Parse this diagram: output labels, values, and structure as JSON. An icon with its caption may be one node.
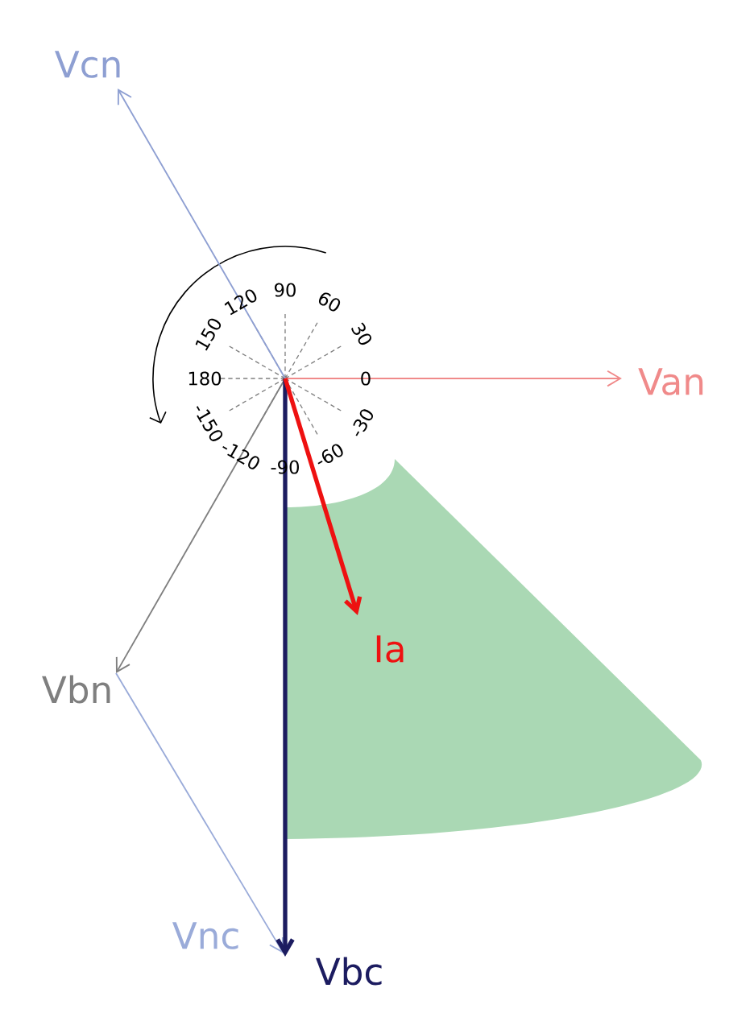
{
  "diagram": {
    "nodes": [
      {
        "text": [
          "Vcn"
        ]
      },
      {
        "text": [
          "Van"
        ]
      },
      {
        "text": [
          "Vbn"
        ]
      },
      {
        "text": [
          "Vnc"
        ]
      },
      {
        "text": [
          "Vbc"
        ]
      },
      {
        "text": [
          "Ia"
        ]
      }
    ],
    "edges": [
      {
        "from": null,
        "to": 0,
        "arrow": "to",
        "color": "#8e9fd2"
      },
      {
        "from": null,
        "to": 1,
        "arrow": "to",
        "color": "#f08a8a"
      },
      {
        "from": null,
        "to": 2,
        "arrow": "to",
        "color": "#7f7f7f"
      },
      {
        "from": 2,
        "to": 3,
        "arrow": "to",
        "color": "#9aabd9"
      },
      {
        "from": null,
        "to": 4,
        "arrow": "to",
        "style": "thick",
        "color": "#1c1c60"
      },
      {
        "from": null,
        "to": 5,
        "arrow": "to",
        "style": "thick",
        "color": "#ee1111"
      }
    ],
    "labels": [
      "150",
      "120",
      "90",
      "60",
      "30",
      "180",
      "0",
      "-150",
      "-120",
      "-90",
      "-60",
      "-30"
    ]
  }
}
